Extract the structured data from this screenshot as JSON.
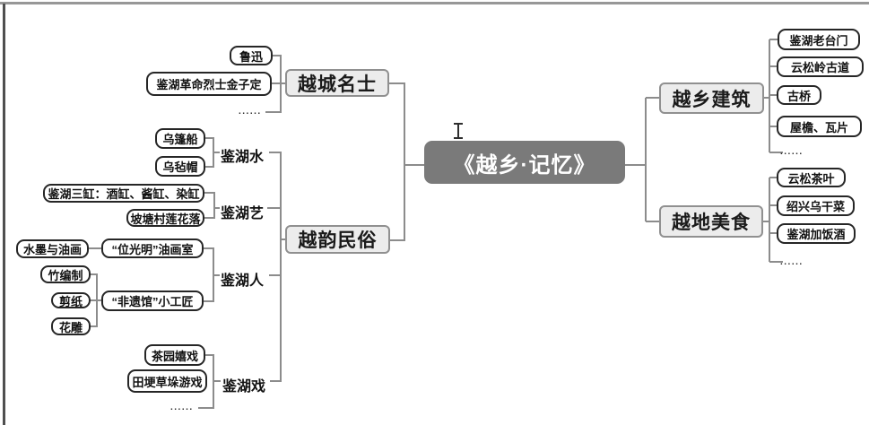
{
  "center": {
    "label": "《越乡·记忆》"
  },
  "branches": {
    "yuecheng_mingshi": {
      "label": "越城名士",
      "children": [
        "鲁迅",
        "鉴湖革命烈士金子定",
        "......"
      ]
    },
    "yueyun_minsu": {
      "label": "越韵民俗",
      "groups": [
        {
          "label": "鉴湖水",
          "items": [
            "乌篷船",
            "乌毡帽"
          ]
        },
        {
          "label": "鉴湖艺",
          "items": [
            "鉴湖三缸：酒缸、酱缸、染缸",
            "坡塘村莲花落"
          ]
        },
        {
          "label": "鉴湖人",
          "items": [
            "“位光明”油画室",
            "“非遗馆”小工匠"
          ],
          "painting_detail": [
            "水墨与油画"
          ],
          "craft_detail": [
            "竹编制",
            "剪纸",
            "花雕"
          ]
        },
        {
          "label": "鉴湖戏",
          "items": [
            "茶园嬉戏",
            "田埂草垛游戏",
            "......"
          ]
        }
      ]
    },
    "yuexiang_jianzhu": {
      "label": "越乡建筑",
      "children": [
        "鉴湖老台门",
        "云松岭古道",
        "古桥",
        "屋檐、瓦片",
        "......"
      ]
    },
    "yuedi_meishi": {
      "label": "越地美食",
      "children": [
        "云松茶叶",
        "绍兴乌干菜",
        "鉴湖加饭酒",
        "......"
      ]
    }
  },
  "cursor": {
    "shape": "text-ibeam"
  },
  "colors": {
    "canvas_bg": "#ffffff",
    "center_bg": "#7a7a7a",
    "center_fg": "#ffffff",
    "branch_bg": "#ececec",
    "branch_border": "#909090",
    "leaf_border": "#262626",
    "connector": "#8c8c8c"
  }
}
